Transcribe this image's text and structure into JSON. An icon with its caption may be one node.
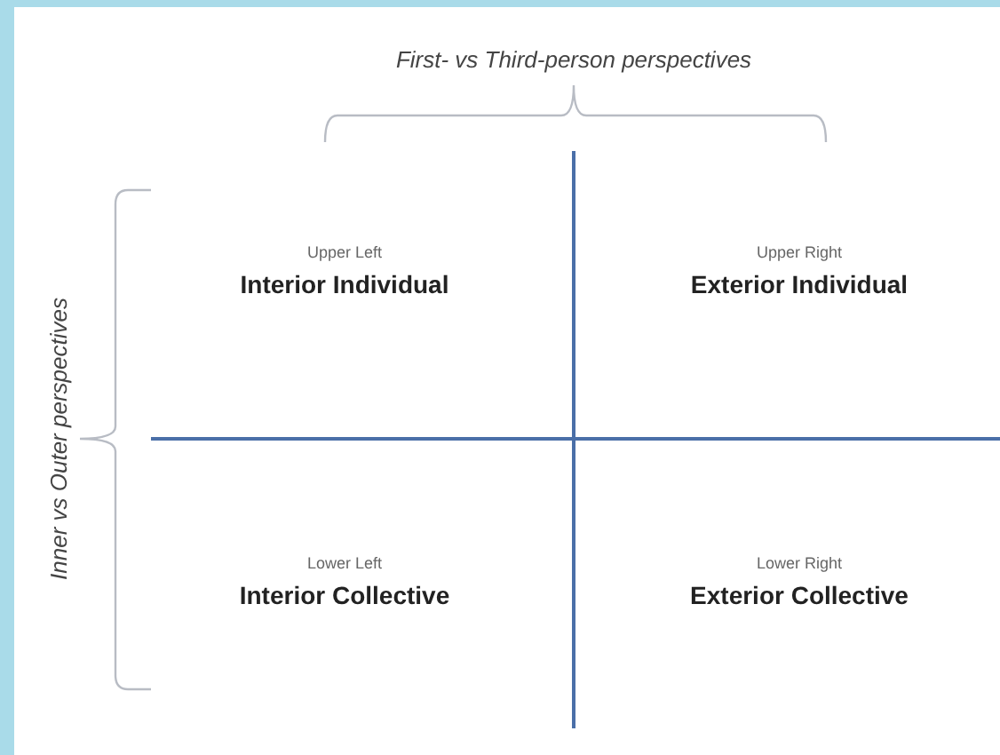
{
  "diagram": {
    "labels": [
      "First- vs Third-person perspectives",
      "Inner vs Outer perspectives",
      "Upper Left",
      "Interior Individual",
      "Upper Right",
      "Exterior Individual",
      "Lower Left",
      "Interior Collective",
      "Lower Right",
      "Exterior Collective"
    ]
  }
}
